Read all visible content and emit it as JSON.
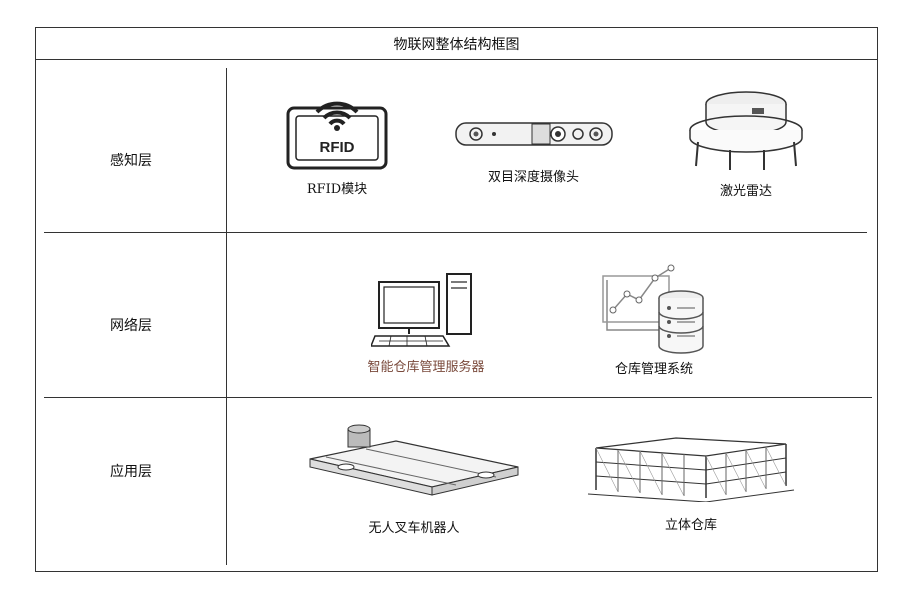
{
  "title": "物联网整体结构框图",
  "layers": [
    {
      "label": "感知层",
      "devices": [
        {
          "caption": "RFID模块",
          "icon": "rfid-module-icon",
          "icon_text": "RFID"
        },
        {
          "caption": "双目深度摄像头",
          "icon": "stereo-depth-camera-icon"
        },
        {
          "caption": "激光雷达",
          "icon": "lidar-icon"
        }
      ]
    },
    {
      "label": "网络层",
      "devices": [
        {
          "caption": "智能仓库管理服务器",
          "icon": "desktop-computer-icon"
        },
        {
          "caption": "仓库管理系统",
          "icon": "database-analytics-icon"
        }
      ]
    },
    {
      "label": "应用层",
      "devices": [
        {
          "caption": "无人叉车机器人",
          "icon": "forklift-robot-icon"
        },
        {
          "caption": "立体仓库",
          "icon": "3d-warehouse-rack-icon"
        }
      ]
    }
  ],
  "colors": {
    "border": "#333333",
    "server_caption": "#7a4a3c"
  }
}
